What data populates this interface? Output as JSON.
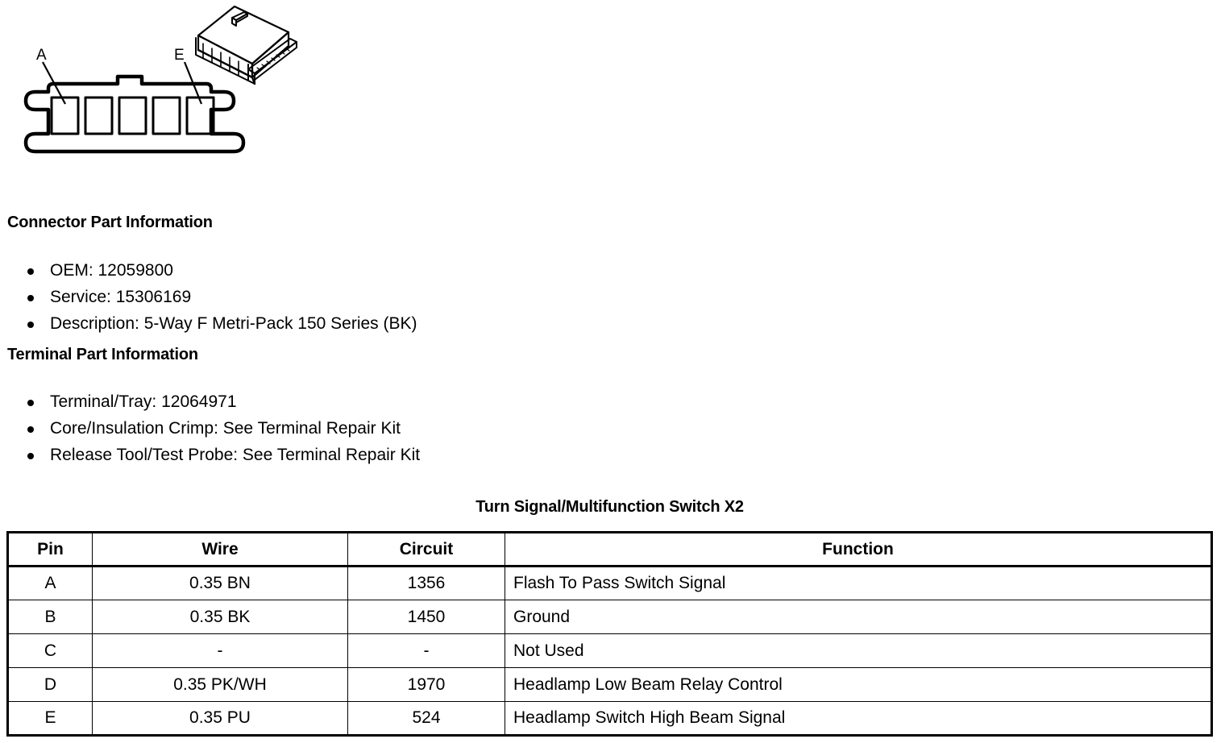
{
  "illustration": {
    "pin_labels": [
      {
        "text": "A",
        "target": "cavity-1"
      },
      {
        "text": "E",
        "target": "cavity-5"
      }
    ],
    "cavity_count": 5,
    "views": [
      "connector-face-view",
      "connector-isometric-view"
    ]
  },
  "connector_part": {
    "heading": "Connector Part Information",
    "items": [
      "OEM: 12059800",
      "Service: 15306169",
      "Description: 5-Way F Metri-Pack 150 Series (BK)"
    ]
  },
  "terminal_part": {
    "heading": "Terminal Part Information",
    "items": [
      "Terminal/Tray: 12064971",
      "Core/Insulation Crimp: See Terminal Repair Kit",
      "Release Tool/Test Probe: See Terminal Repair Kit"
    ]
  },
  "pinout": {
    "title": "Turn Signal/Multifunction Switch X2",
    "columns": [
      "Pin",
      "Wire",
      "Circuit",
      "Function"
    ],
    "rows": [
      {
        "pin": "A",
        "wire": "0.35 BN",
        "circuit": "1356",
        "function": "Flash To Pass Switch Signal"
      },
      {
        "pin": "B",
        "wire": "0.35 BK",
        "circuit": "1450",
        "function": "Ground"
      },
      {
        "pin": "C",
        "wire": "-",
        "circuit": "-",
        "function": "Not Used"
      },
      {
        "pin": "D",
        "wire": "0.35 PK/WH",
        "circuit": "1970",
        "function": "Headlamp Low Beam Relay Control"
      },
      {
        "pin": "E",
        "wire": "0.35 PU",
        "circuit": "524",
        "function": "Headlamp Switch High Beam Signal"
      }
    ]
  },
  "colors": {
    "ink": "#000000",
    "paper": "#ffffff"
  }
}
